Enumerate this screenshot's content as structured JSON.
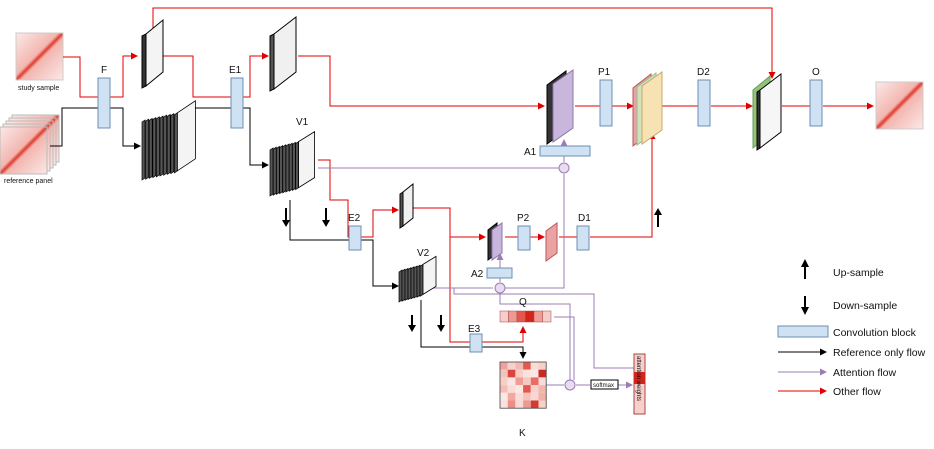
{
  "inputs": {
    "study": "study sample",
    "reference": "reference panel"
  },
  "blocks": {
    "F": "F",
    "E1": "E1",
    "E2": "E2",
    "E3": "E3",
    "V1": "V1",
    "V2": "V2",
    "A1": "A1",
    "A2": "A2",
    "P1": "P1",
    "P2": "P2",
    "D1": "D1",
    "D2": "D2",
    "O": "O",
    "Q": "Q",
    "K": "K"
  },
  "ops": {
    "softmax": "softmax",
    "attention_weights": "attention weights"
  },
  "legend": {
    "upsample": "Up-sample",
    "downsample": "Down-sample",
    "conv": "Convolution block",
    "reference_flow": "Reference only flow",
    "attention_flow": "Attention flow",
    "other_flow": "Other flow"
  },
  "colors": {
    "conv_fill": "#cfe2f3",
    "conv_stroke": "#6d8fb3",
    "red_flow": "#e00000",
    "black_flow": "#000000",
    "attention_flow": "#9b7cb6",
    "attn_block": "#c9b6dc",
    "pink_block": "#e9a3a3",
    "yellow_block": "#f7e2b4",
    "green_block": "#93c47d"
  },
  "k_matrix": [
    [
      "#e9a4a0",
      "#f6d2cd",
      "#f2b8b2",
      "#e05a50",
      "#f8dcd8",
      "#f7cfc9"
    ],
    [
      "#f4c3bd",
      "#d8453c",
      "#f7cdc7",
      "#f9e2de",
      "#fbe7e4",
      "#c82a22"
    ],
    [
      "#f7cfc9",
      "#fbe6e3",
      "#ef9e96",
      "#f5c8c2",
      "#e86e65",
      "#f9dbd7"
    ],
    [
      "#f4beb7",
      "#f9dcd8",
      "#fbe8e5",
      "#e4574e",
      "#f7d1cb",
      "#f2b6af"
    ],
    [
      "#fbe7e4",
      "#f0a9a1",
      "#f9dcd8",
      "#f4c1bb",
      "#f8d6d1",
      "#f1b0a9"
    ],
    [
      "#fae1dd",
      "#ec8e86",
      "#f9d9d4",
      "#ee9a92",
      "#d33a32",
      "#f7d0ca"
    ]
  ],
  "q_vector": [
    "#f6cdc8",
    "#ed9a92",
    "#e4574e",
    "#d3241c",
    "#ef9c94",
    "#f6cdc8"
  ]
}
